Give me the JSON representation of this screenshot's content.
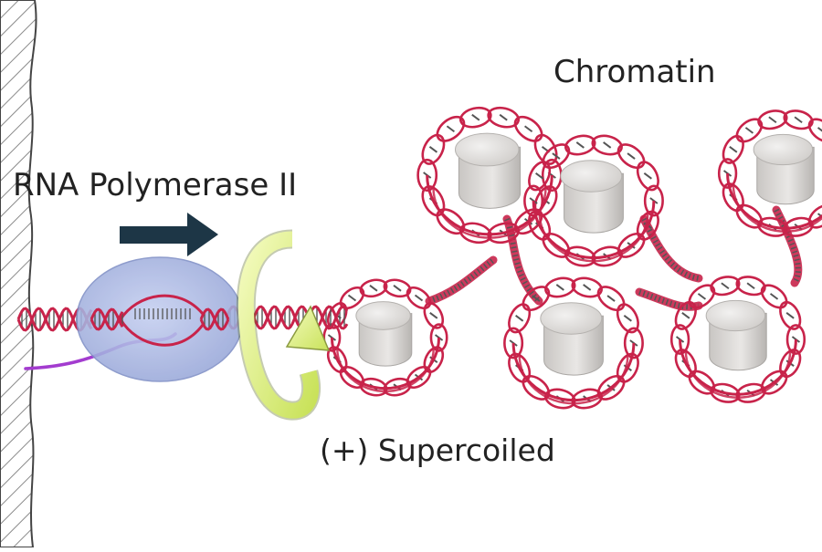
{
  "labels": {
    "polymerase": "RNA Polymerase II",
    "chromatin": "Chromatin",
    "supercoiled": "(+) Supercoiled"
  },
  "icons": {
    "direction": "right-arrow-icon",
    "rotation": "rotation-arrow-icon"
  },
  "colors": {
    "dna_strand": "#c8234a",
    "base_pair": "#555555",
    "histone_core": "#d9d6d3",
    "polymerase": "#a3b1df",
    "arrow_dark": "#1d3646",
    "rotation_arrow": "#dff08a",
    "rna": "#a33ccf",
    "wall_hatch": "#888888"
  }
}
